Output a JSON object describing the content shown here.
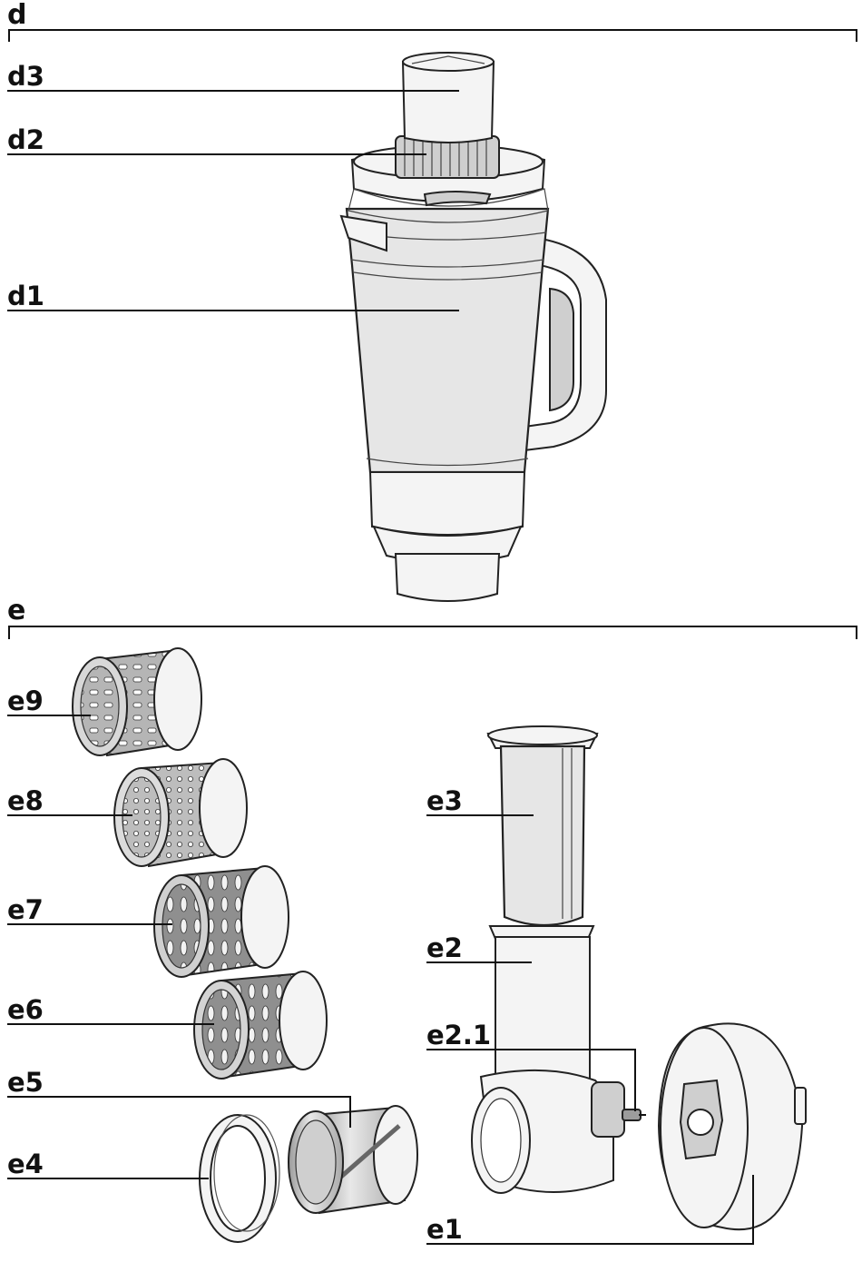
{
  "sections": {
    "d": "d",
    "e": "e"
  },
  "labels": {
    "d1": "d1",
    "d2": "d2",
    "d3": "d3",
    "e1": "e1",
    "e2": "e2",
    "e2_1": "e2.1",
    "e3": "e3",
    "e4": "e4",
    "e5": "e5",
    "e6": "e6",
    "e7": "e7",
    "e8": "e8",
    "e9": "e9"
  }
}
